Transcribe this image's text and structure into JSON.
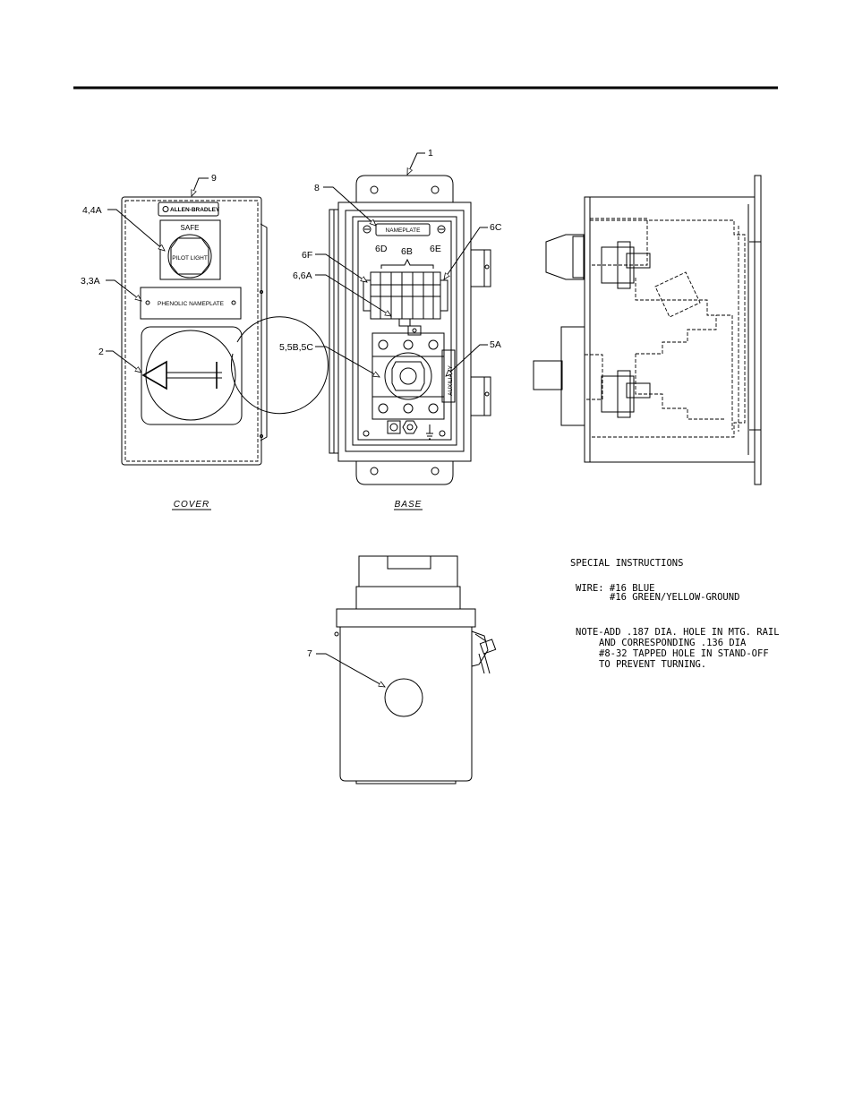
{
  "drawing": {
    "callouts": {
      "c1": "1",
      "c8": "8",
      "c9": "9",
      "c6c": "6C",
      "c44a": "4,4A",
      "c33a": "3,3A",
      "c2": "2",
      "c6f": "6F",
      "c66a": "6,6A",
      "c6d": "6D",
      "c6b": "6B",
      "c6e": "6E",
      "c55b5c": "5,5B,5C",
      "c5a": "5A",
      "c7": "7"
    },
    "cover": {
      "brand_plate": "ALLEN-BRADLEY",
      "safe_label": "SAFE",
      "pilot_light": "PILOT LIGHT",
      "phenolic_nameplate": "PHENOLIC NAMEPLATE"
    },
    "base": {
      "nameplate": "NAMEPLATE",
      "auxiliary": "AUXILIARY"
    },
    "view_captions": {
      "cover": "COVER",
      "base": "BASE"
    },
    "special_instructions": {
      "heading": "SPECIAL  INSTRUCTIONS",
      "wire_line_1": "WIRE: #16  BLUE",
      "wire_line_2": "#16  GREEN/YELLOW-GROUND",
      "note_line_1": "NOTE-ADD .187 DIA. HOLE IN MTG. RAIL",
      "note_line_2": "AND  CORRESPONDING .136 DIA",
      "note_line_3": "#8-32 TAPPED HOLE IN STAND-OFF",
      "note_line_4": "TO  PREVENT  TURNING."
    }
  }
}
